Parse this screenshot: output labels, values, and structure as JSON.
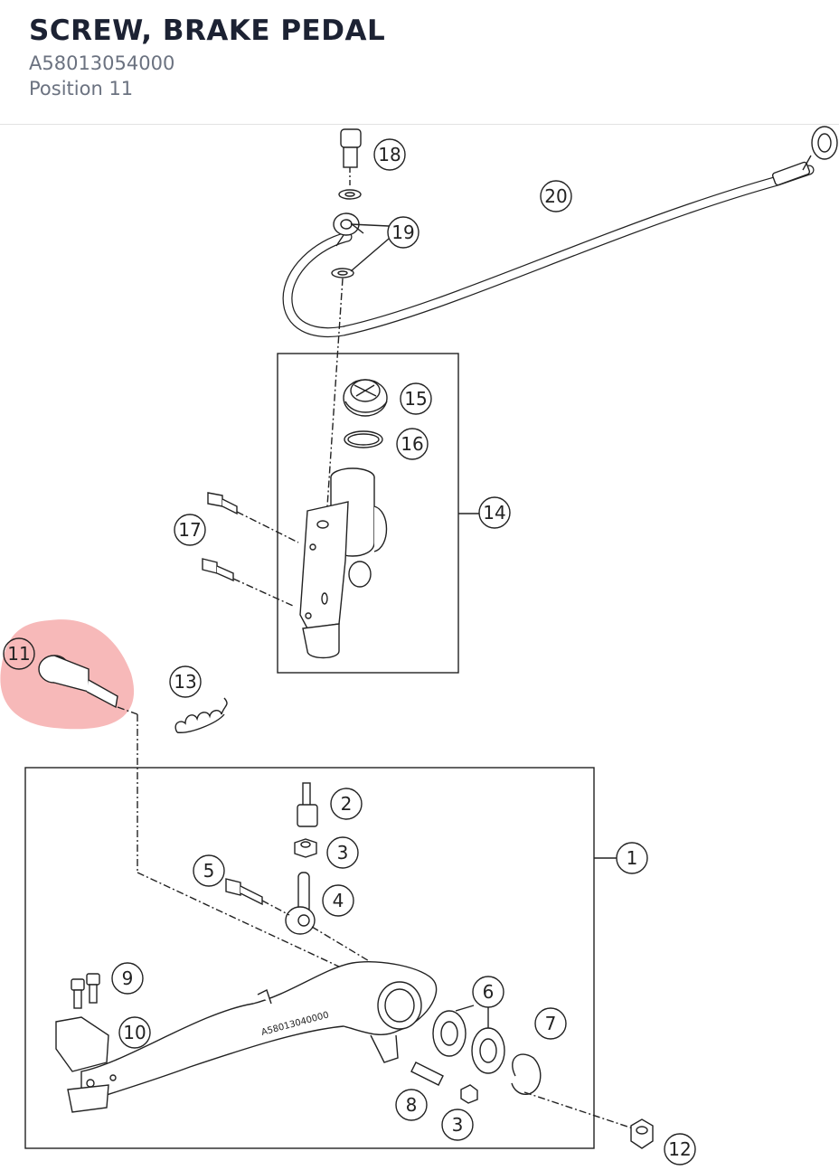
{
  "part": {
    "title": "SCREW, BRAKE PEDAL",
    "number": "A58013054000",
    "position": "Position 11"
  },
  "diagram": {
    "highlight_color": "#f08080",
    "highlighted_callout": "11",
    "callouts": [
      "1",
      "2",
      "3",
      "3",
      "4",
      "5",
      "6",
      "7",
      "8",
      "9",
      "10",
      "11",
      "12",
      "13",
      "14",
      "15",
      "16",
      "17",
      "18",
      "19",
      "20"
    ],
    "pedal_marking": "A58013040000"
  }
}
